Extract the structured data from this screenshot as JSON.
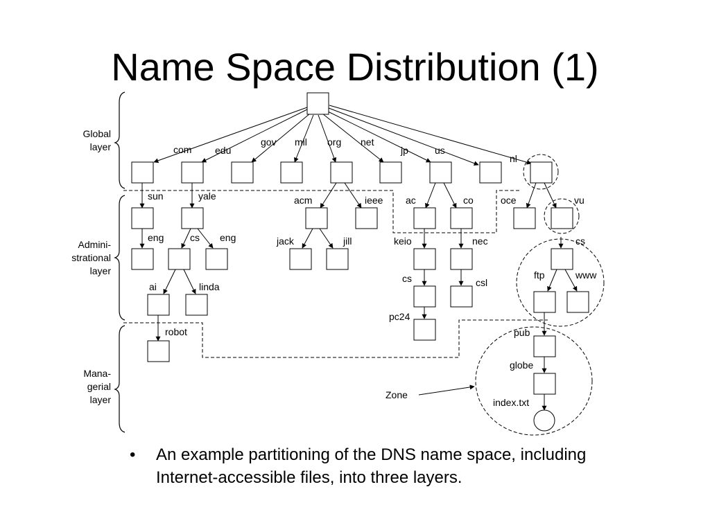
{
  "title": "Name Space Distribution (1)",
  "layers": {
    "global": [
      "Global",
      "layer"
    ],
    "admin": [
      "Admini-",
      "strational",
      "layer"
    ],
    "managerial": [
      "Mana-",
      "gerial",
      "layer"
    ]
  },
  "nodes": {
    "com": "com",
    "edu": "edu",
    "gov": "gov",
    "mil": "mil",
    "org": "org",
    "net": "net",
    "jp": "jp",
    "us": "us",
    "nl": "nl",
    "sun": "sun",
    "yale": "yale",
    "acm": "acm",
    "ieee": "ieee",
    "ac": "ac",
    "co": "co",
    "oce": "oce",
    "vu": "vu",
    "eng_sun": "eng",
    "cs_yale": "cs",
    "eng_yale": "eng",
    "jack": "jack",
    "jill": "jill",
    "keio": "keio",
    "nec": "nec",
    "cs_vu": "cs",
    "ai": "ai",
    "linda": "linda",
    "cs_keio": "cs",
    "csl": "csl",
    "ftp": "ftp",
    "www": "www",
    "robot": "robot",
    "pc24": "pc24",
    "pub": "pub",
    "globe": "globe",
    "index": "index.txt"
  },
  "zone_label": "Zone",
  "bullets": [
    "An example partitioning of the DNS name space, including Internet-accessible files, into three layers."
  ]
}
